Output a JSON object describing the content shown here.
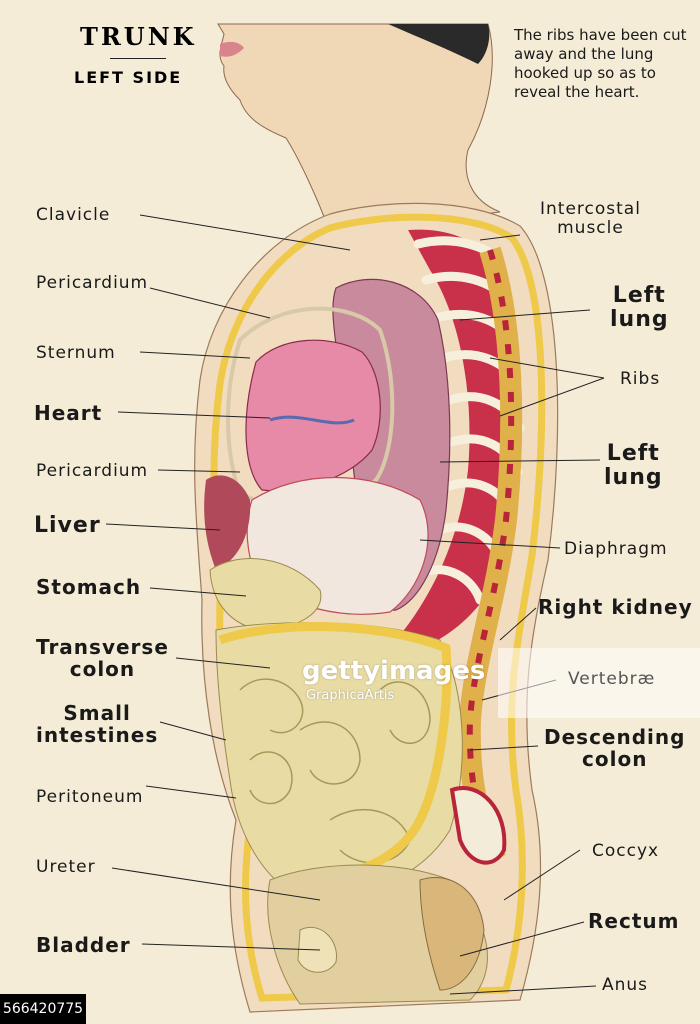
{
  "title": "TRUNK",
  "subtitle": "LEFT SIDE",
  "note": "The ribs have been cut away and the lung hooked up so as to reveal the heart.",
  "labels_left": [
    {
      "id": "clavicle",
      "text": "Clavicle"
    },
    {
      "id": "pericardium-upper",
      "text": "Pericardium"
    },
    {
      "id": "sternum",
      "text": "Sternum"
    },
    {
      "id": "heart",
      "text": "Heart"
    },
    {
      "id": "pericardium-lower",
      "text": "Pericardium"
    },
    {
      "id": "liver",
      "text": "Liver"
    },
    {
      "id": "stomach",
      "text": "Stomach"
    },
    {
      "id": "transverse-colon",
      "text": "Transverse\ncolon"
    },
    {
      "id": "small-intestines",
      "text": "Small\nintestines"
    },
    {
      "id": "peritoneum",
      "text": "Peritoneum"
    },
    {
      "id": "ureter",
      "text": "Ureter"
    },
    {
      "id": "bladder",
      "text": "Bladder"
    }
  ],
  "labels_right": [
    {
      "id": "intercostal-muscle",
      "text": "Intercostal\nmuscle"
    },
    {
      "id": "left-lung-upper",
      "text": "Left\nlung"
    },
    {
      "id": "ribs",
      "text": "Ribs"
    },
    {
      "id": "left-lung-lower",
      "text": "Left\nlung"
    },
    {
      "id": "diaphragm",
      "text": "Diaphragm"
    },
    {
      "id": "right-kidney",
      "text": "Right kidney"
    },
    {
      "id": "vertebrae",
      "text": "Vertebræ"
    },
    {
      "id": "descending-colon",
      "text": "Descending\ncolon"
    },
    {
      "id": "coccyx",
      "text": "Coccyx"
    },
    {
      "id": "rectum",
      "text": "Rectum"
    },
    {
      "id": "anus",
      "text": "Anus"
    }
  ],
  "watermark": {
    "logo": "gettyimages",
    "credit": "GraphicaArtis"
  },
  "stock_id": "566420775",
  "colors": {
    "paper": "#f4ecd6",
    "skin": "#f1dcc0",
    "muscle": "#c9304a",
    "heart": "#e68aa8",
    "lung": "#c98a9e",
    "bone": "#f3ecd8",
    "intestine": "#e8dca4",
    "fat": "#f1c84a"
  }
}
